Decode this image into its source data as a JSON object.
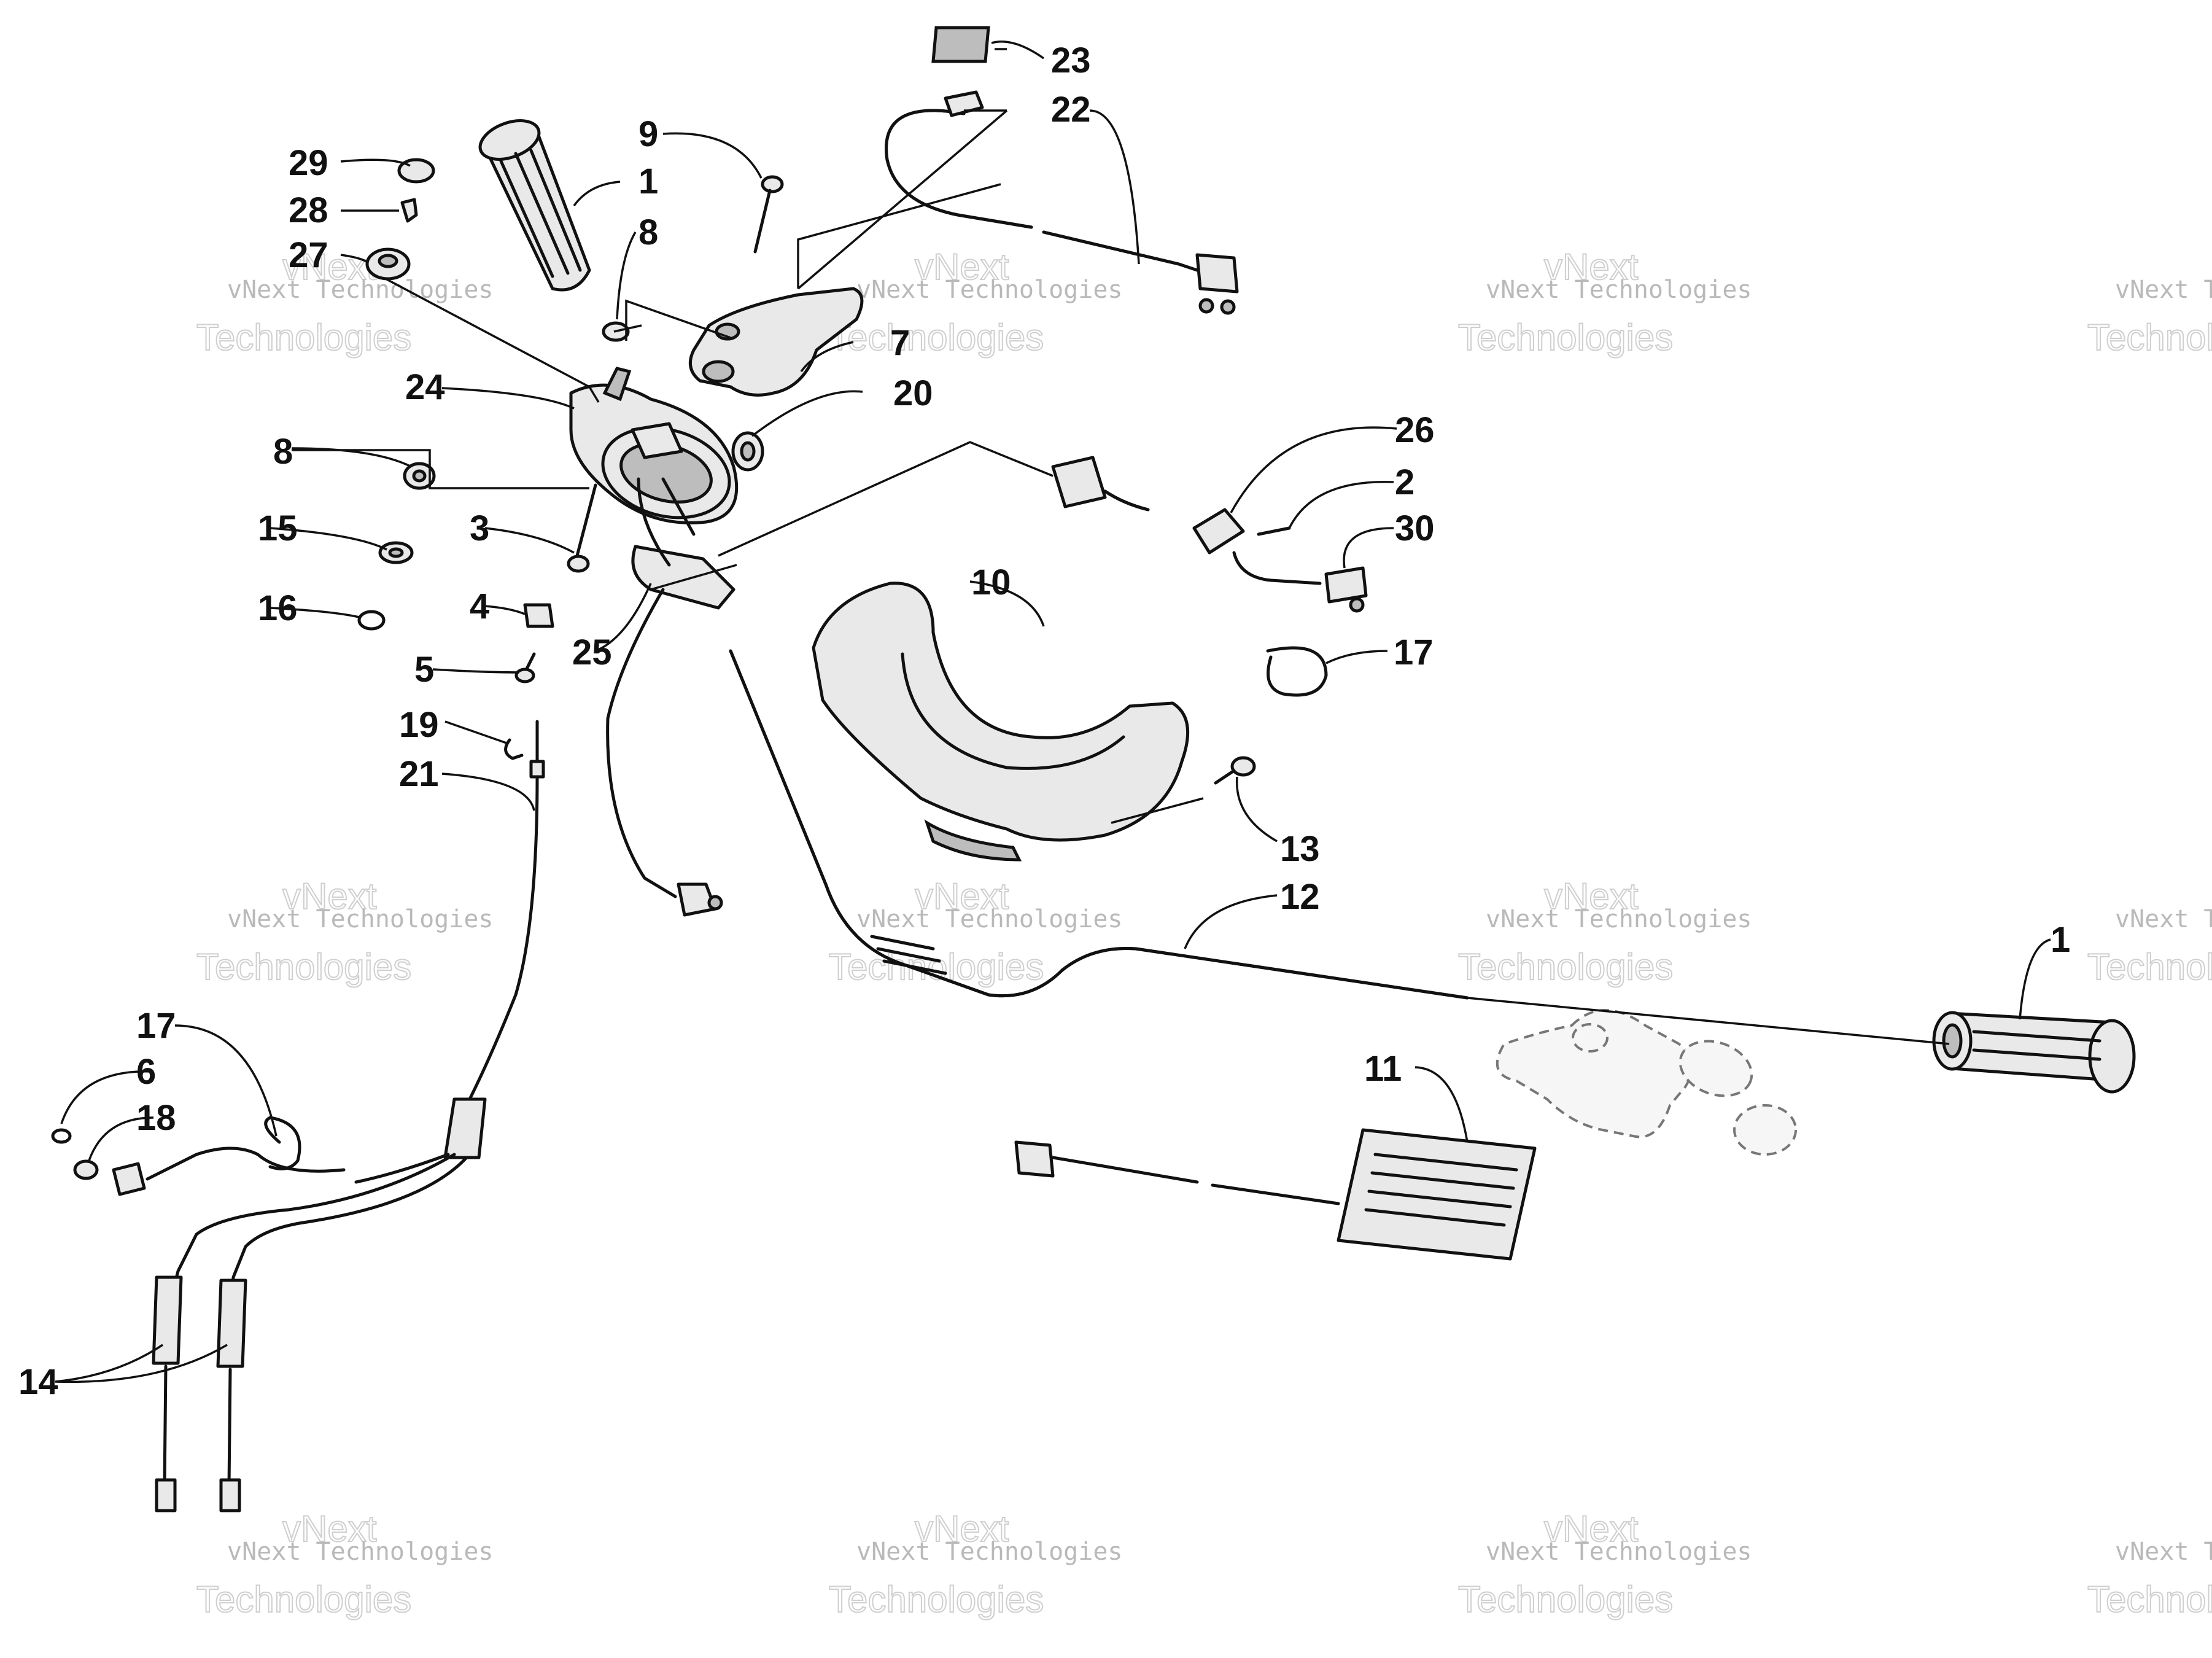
{
  "watermark": {
    "line1": "vNext Technologies",
    "line2": "Technologies",
    "brand": "vNext"
  },
  "callouts": [
    "29",
    "28",
    "27",
    "1",
    "9",
    "8",
    "23",
    "22",
    "24",
    "7",
    "20",
    "8",
    "15",
    "16",
    "3",
    "4",
    "5",
    "25",
    "26",
    "2",
    "30",
    "10",
    "17",
    "19",
    "21",
    "13",
    "12",
    "1",
    "17",
    "6",
    "18",
    "11",
    "14"
  ]
}
